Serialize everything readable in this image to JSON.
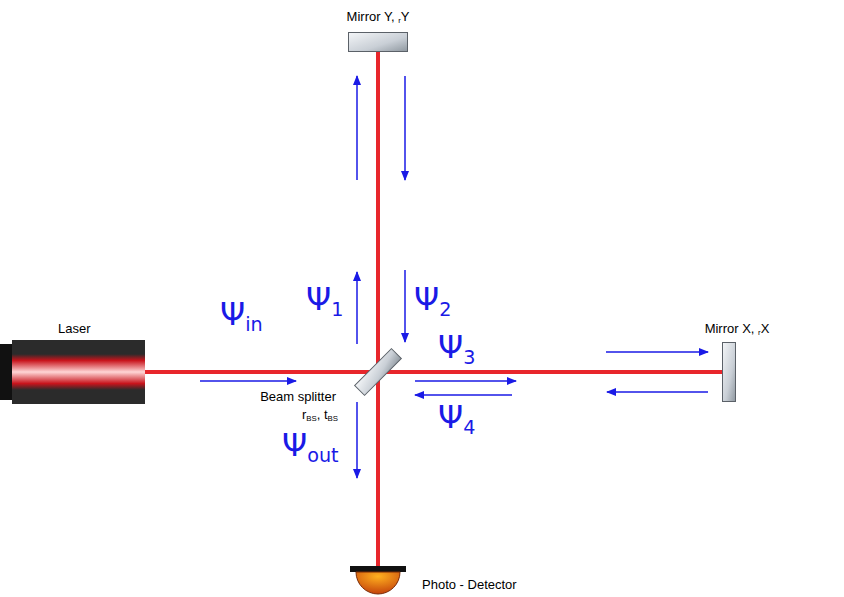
{
  "diagram": {
    "nodes": [
      {
        "text": [
          "Mirror Y, rY"
        ]
      },
      {
        "text": [
          "Laser"
        ]
      },
      {
        "text": [
          "Beam splitter",
          "rBS, tBS"
        ]
      },
      {
        "text": [
          "Mirror X, rX"
        ]
      },
      {
        "text": [
          "Photo - Detector"
        ]
      }
    ],
    "edges": [
      {
        "from": 1,
        "to": 2,
        "arrow": "none"
      },
      {
        "from": 2,
        "to": 0,
        "arrow": "none"
      },
      {
        "from": 2,
        "to": 3,
        "arrow": "none"
      },
      {
        "from": 2,
        "to": 4,
        "arrow": "none"
      }
    ],
    "labels": [
      "Ψin",
      "Ψ1",
      "Ψ2",
      "Ψ3",
      "Ψ4",
      "Ψout"
    ]
  }
}
